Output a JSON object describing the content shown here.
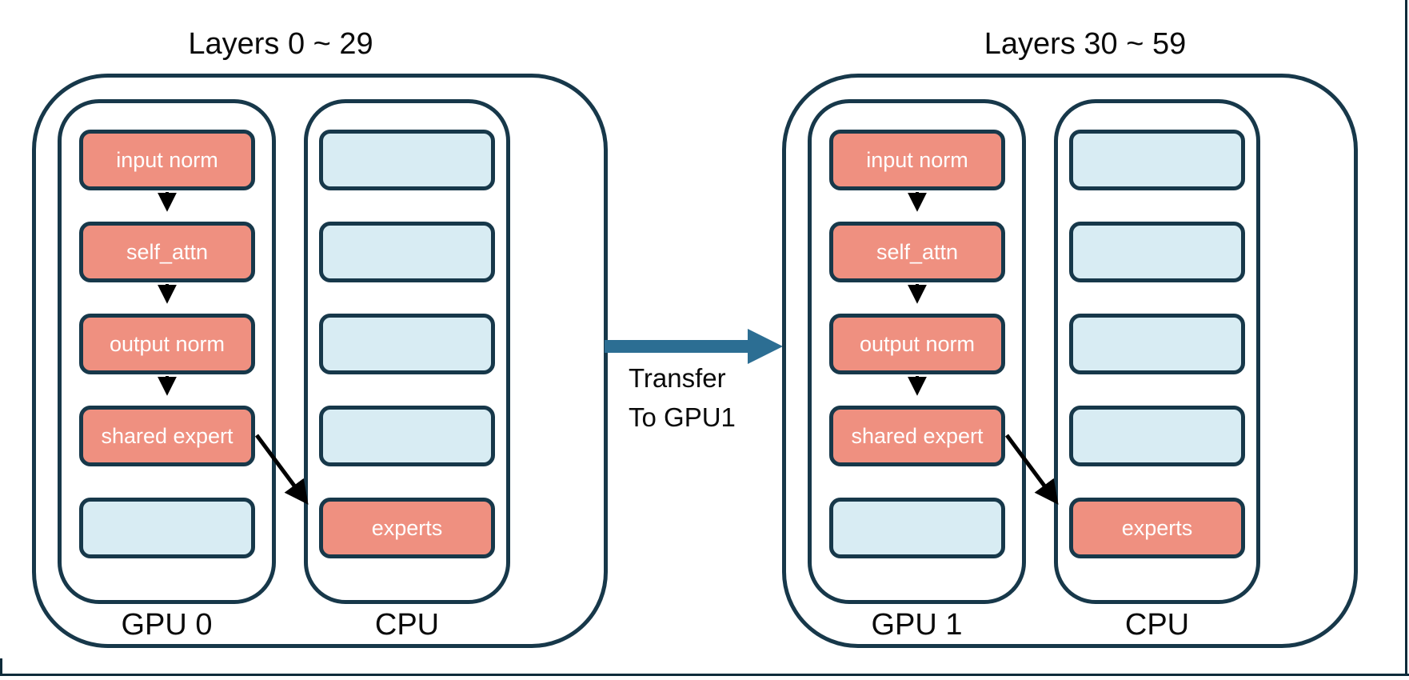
{
  "groups": [
    {
      "title": "Layers 0 ~ 29",
      "gpu": {
        "label": "GPU 0",
        "boxes": [
          {
            "label": "input norm",
            "kind": "module"
          },
          {
            "label": "self_attn",
            "kind": "module"
          },
          {
            "label": "output norm",
            "kind": "module"
          },
          {
            "label": "shared expert",
            "kind": "module"
          },
          {
            "label": "",
            "kind": "placeholder"
          }
        ]
      },
      "cpu": {
        "label": "CPU",
        "boxes": [
          {
            "label": "",
            "kind": "placeholder"
          },
          {
            "label": "",
            "kind": "placeholder"
          },
          {
            "label": "",
            "kind": "placeholder"
          },
          {
            "label": "",
            "kind": "placeholder"
          },
          {
            "label": "experts",
            "kind": "module"
          }
        ]
      }
    },
    {
      "title": "Layers 30 ~ 59",
      "gpu": {
        "label": "GPU 1",
        "boxes": [
          {
            "label": "input norm",
            "kind": "module"
          },
          {
            "label": "self_attn",
            "kind": "module"
          },
          {
            "label": "output norm",
            "kind": "module"
          },
          {
            "label": "shared expert",
            "kind": "module"
          },
          {
            "label": "",
            "kind": "placeholder"
          }
        ]
      },
      "cpu": {
        "label": "CPU",
        "boxes": [
          {
            "label": "",
            "kind": "placeholder"
          },
          {
            "label": "",
            "kind": "placeholder"
          },
          {
            "label": "",
            "kind": "placeholder"
          },
          {
            "label": "",
            "kind": "placeholder"
          },
          {
            "label": "experts",
            "kind": "module"
          }
        ]
      }
    }
  ],
  "transfer": {
    "line1": "Transfer",
    "line2": "To GPU1"
  },
  "colors": {
    "outline": "#17384A",
    "module": "#EF9080",
    "placeholder": "#D8ECF3",
    "transfer_arrow": "#2C6E93",
    "flow_arrow": "#000000"
  }
}
